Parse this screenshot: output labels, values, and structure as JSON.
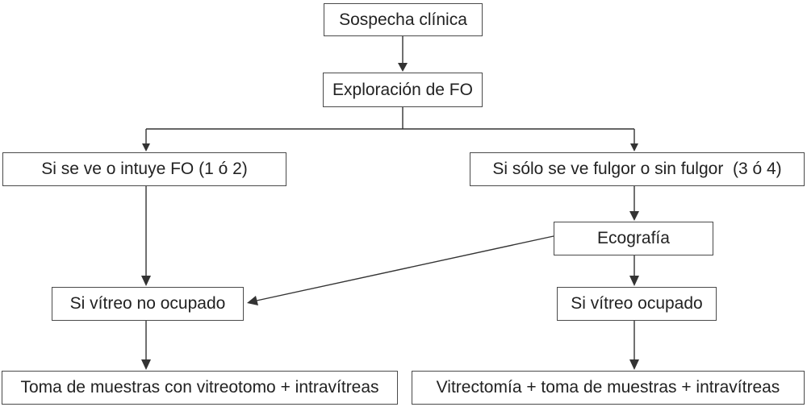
{
  "flowchart": {
    "nodes": {
      "sospecha": "Sospecha clínica",
      "exploracion": "Exploración de FO",
      "se_ve": "Si se ve o intuye FO (1 ó 2)",
      "solo_fulgor": "Si sólo se ve fulgor o sin fulgor  (3 ó 4)",
      "ecografia": "Ecografía",
      "no_ocupado": "Si vítreo no ocupado",
      "ocupado": "Si vítreo ocupado",
      "toma_muestras": "Toma de muestras con vitreotomo + intravítreas",
      "vitrectomia": "Vitrectomía + toma de muestras + intravítreas"
    },
    "line_color": "#333333",
    "border_color": "#4a4a4a"
  }
}
